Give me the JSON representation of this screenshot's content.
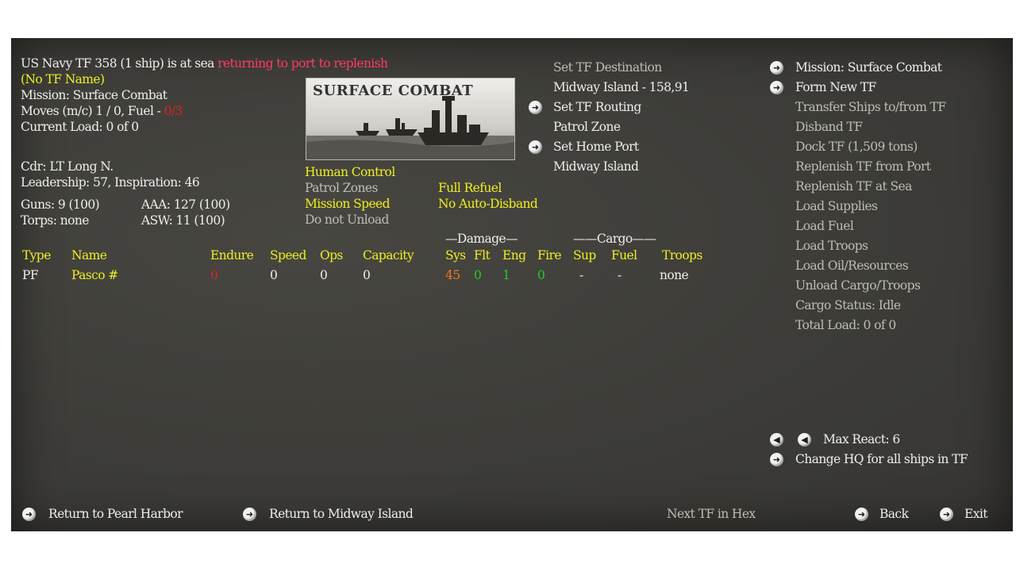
{
  "header": {
    "tf_line": "US Navy TF 358 (1 ship) is at sea",
    "tf_status": "returning to port to replenish",
    "tf_name": "(No TF Name)",
    "mission": "Mission: Surface Combat",
    "moves": "Moves (m/c) 1 / 0, Fuel -",
    "fuel": "0/3",
    "current_load": "Current Load: 0 of 0"
  },
  "commander": {
    "cdr": "Cdr: LT Long N.",
    "leadership": "Leadership: 57, Inspiration: 46",
    "guns": "Guns: 9 (100)",
    "aaa": "AAA: 127 (100)",
    "torps": "Torps: none",
    "asw": "ASW: 11 (100)"
  },
  "mission_image": {
    "title": "SURFACE COMBAT"
  },
  "options": {
    "human_control": "Human Control",
    "patrol_zones": "Patrol Zones",
    "mission_speed": "Mission Speed",
    "do_not_unload": "Do not Unload",
    "full_refuel": "Full Refuel",
    "no_auto_disband": "No Auto-Disband"
  },
  "destination": {
    "set_dest": "Set TF Destination",
    "dest_value": "Midway Island - 158,91",
    "set_routing": "Set TF Routing",
    "routing_value": "Patrol Zone",
    "set_home": "Set Home Port",
    "home_value": "Midway Island"
  },
  "right_menu": {
    "mission": "Mission: Surface Combat",
    "form_new": "Form New TF",
    "items": [
      "Transfer Ships to/from TF",
      "Disband TF",
      "Dock TF (1,509 tons)",
      "Replenish TF from Port",
      "Replenish TF at Sea",
      "Load Supplies",
      "Load Fuel",
      "Load Troops",
      "Load Oil/Resources",
      "Unload Cargo/Troops",
      "Cargo Status: Idle",
      "Total Load: 0 of 0"
    ],
    "max_react": "Max React: 6",
    "change_hq": "Change HQ for all ships in TF"
  },
  "table": {
    "group_damage": "Damage",
    "group_cargo": "Cargo",
    "headers": [
      "Type",
      "Name",
      "Endure",
      "Speed",
      "Ops",
      "Capacity",
      "Sys",
      "Flt",
      "Eng",
      "Fire",
      "Sup",
      "Fuel",
      "Troops"
    ],
    "rows": [
      [
        "PF",
        "Pasco #",
        "0",
        "0",
        "0",
        "0",
        "45",
        "0",
        "1",
        "0",
        "-",
        "-",
        "none"
      ]
    ]
  },
  "footer": {
    "return_pearl": "Return to Pearl Harbor",
    "return_midway": "Return to Midway Island",
    "next_tf": "Next TF in Hex",
    "back": "Back",
    "exit": "Exit"
  },
  "colors": {
    "panel": "#3f3e3a",
    "yellow": "#eeee22",
    "red": "#dd2222",
    "pink": "#ff3a63"
  }
}
